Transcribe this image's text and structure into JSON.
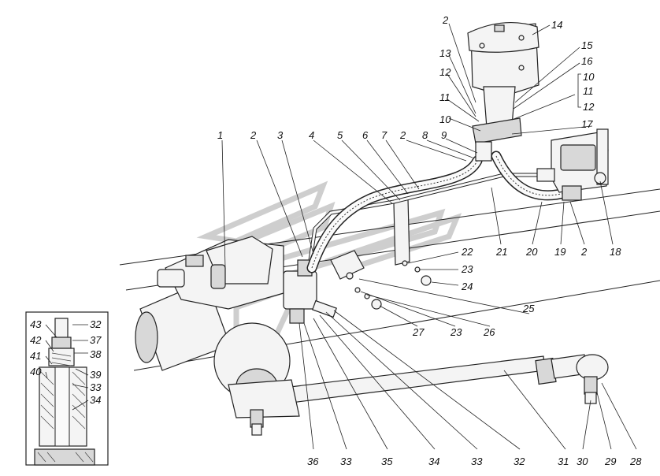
{
  "diagram": {
    "callouts": [
      {
        "id": "c1",
        "text": "1"
      },
      {
        "id": "c2a",
        "text": "2"
      },
      {
        "id": "c3",
        "text": "3"
      },
      {
        "id": "c4",
        "text": "4"
      },
      {
        "id": "c5",
        "text": "5"
      },
      {
        "id": "c6",
        "text": "6"
      },
      {
        "id": "c7",
        "text": "7"
      },
      {
        "id": "c2b",
        "text": "2"
      },
      {
        "id": "c8",
        "text": "8"
      },
      {
        "id": "c9",
        "text": "9"
      },
      {
        "id": "c10a",
        "text": "10"
      },
      {
        "id": "c11a",
        "text": "11"
      },
      {
        "id": "c12a",
        "text": "12"
      },
      {
        "id": "c13",
        "text": "13"
      },
      {
        "id": "c2c",
        "text": "2"
      },
      {
        "id": "c14",
        "text": "14"
      },
      {
        "id": "c15",
        "text": "15"
      },
      {
        "id": "c16",
        "text": "16"
      },
      {
        "id": "c10b",
        "text": "10"
      },
      {
        "id": "c11b",
        "text": "11"
      },
      {
        "id": "c12b",
        "text": "12"
      },
      {
        "id": "c17",
        "text": "17"
      },
      {
        "id": "c18",
        "text": "18"
      },
      {
        "id": "c2d",
        "text": "2"
      },
      {
        "id": "c19",
        "text": "19"
      },
      {
        "id": "c20",
        "text": "20"
      },
      {
        "id": "c21",
        "text": "21"
      },
      {
        "id": "c22",
        "text": "22"
      },
      {
        "id": "c23a",
        "text": "23"
      },
      {
        "id": "c24",
        "text": "24"
      },
      {
        "id": "c25",
        "text": "25"
      },
      {
        "id": "c26",
        "text": "26"
      },
      {
        "id": "c23b",
        "text": "23"
      },
      {
        "id": "c27",
        "text": "27"
      },
      {
        "id": "c32a",
        "text": "32"
      },
      {
        "id": "c37",
        "text": "37"
      },
      {
        "id": "c38",
        "text": "38"
      },
      {
        "id": "c39",
        "text": "39"
      },
      {
        "id": "c33a",
        "text": "33"
      },
      {
        "id": "c34a",
        "text": "34"
      },
      {
        "id": "c43",
        "text": "43"
      },
      {
        "id": "c42",
        "text": "42"
      },
      {
        "id": "c41",
        "text": "41"
      },
      {
        "id": "c40",
        "text": "40"
      },
      {
        "id": "c36",
        "text": "36"
      },
      {
        "id": "c33b",
        "text": "33"
      },
      {
        "id": "c35",
        "text": "35"
      },
      {
        "id": "c34b",
        "text": "34"
      },
      {
        "id": "c33c",
        "text": "33"
      },
      {
        "id": "c32b",
        "text": "32"
      },
      {
        "id": "c31",
        "text": "31"
      },
      {
        "id": "c30",
        "text": "30"
      },
      {
        "id": "c29",
        "text": "29"
      },
      {
        "id": "c28",
        "text": "28"
      }
    ]
  }
}
